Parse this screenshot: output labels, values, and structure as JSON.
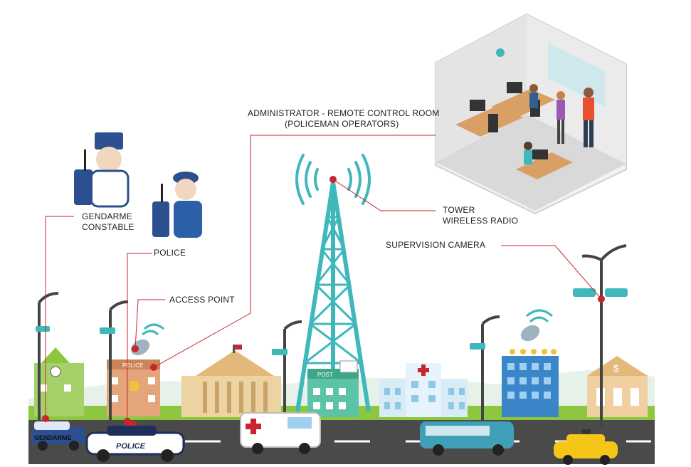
{
  "labels": {
    "control_room": [
      "ADMINISTRATOR - REMOTE CONTROL ROOM",
      "(POLICEMAN  OPERATORS)"
    ],
    "tower": [
      "TOWER",
      "WIRELESS RADIO"
    ],
    "camera": "SUPERVISION CAMERA",
    "gendarme": [
      "GENDARME",
      "CONSTABLE"
    ],
    "police": "POLICE",
    "access_point": "ACCESS POINT"
  },
  "building_signs": {
    "police_station": "POLICE",
    "post_office": "POST",
    "bank": "$"
  },
  "vehicle_text": {
    "police_car": "POLICE",
    "gendarme_car": "GENDARME"
  },
  "colors": {
    "connector": "#c8252c",
    "tower": "#3fb8bc",
    "road": "#4a4a4a",
    "grass": "#7cc242",
    "sky_ground": "#e8f3ea",
    "uniform_blue": "#2c4f8f"
  }
}
